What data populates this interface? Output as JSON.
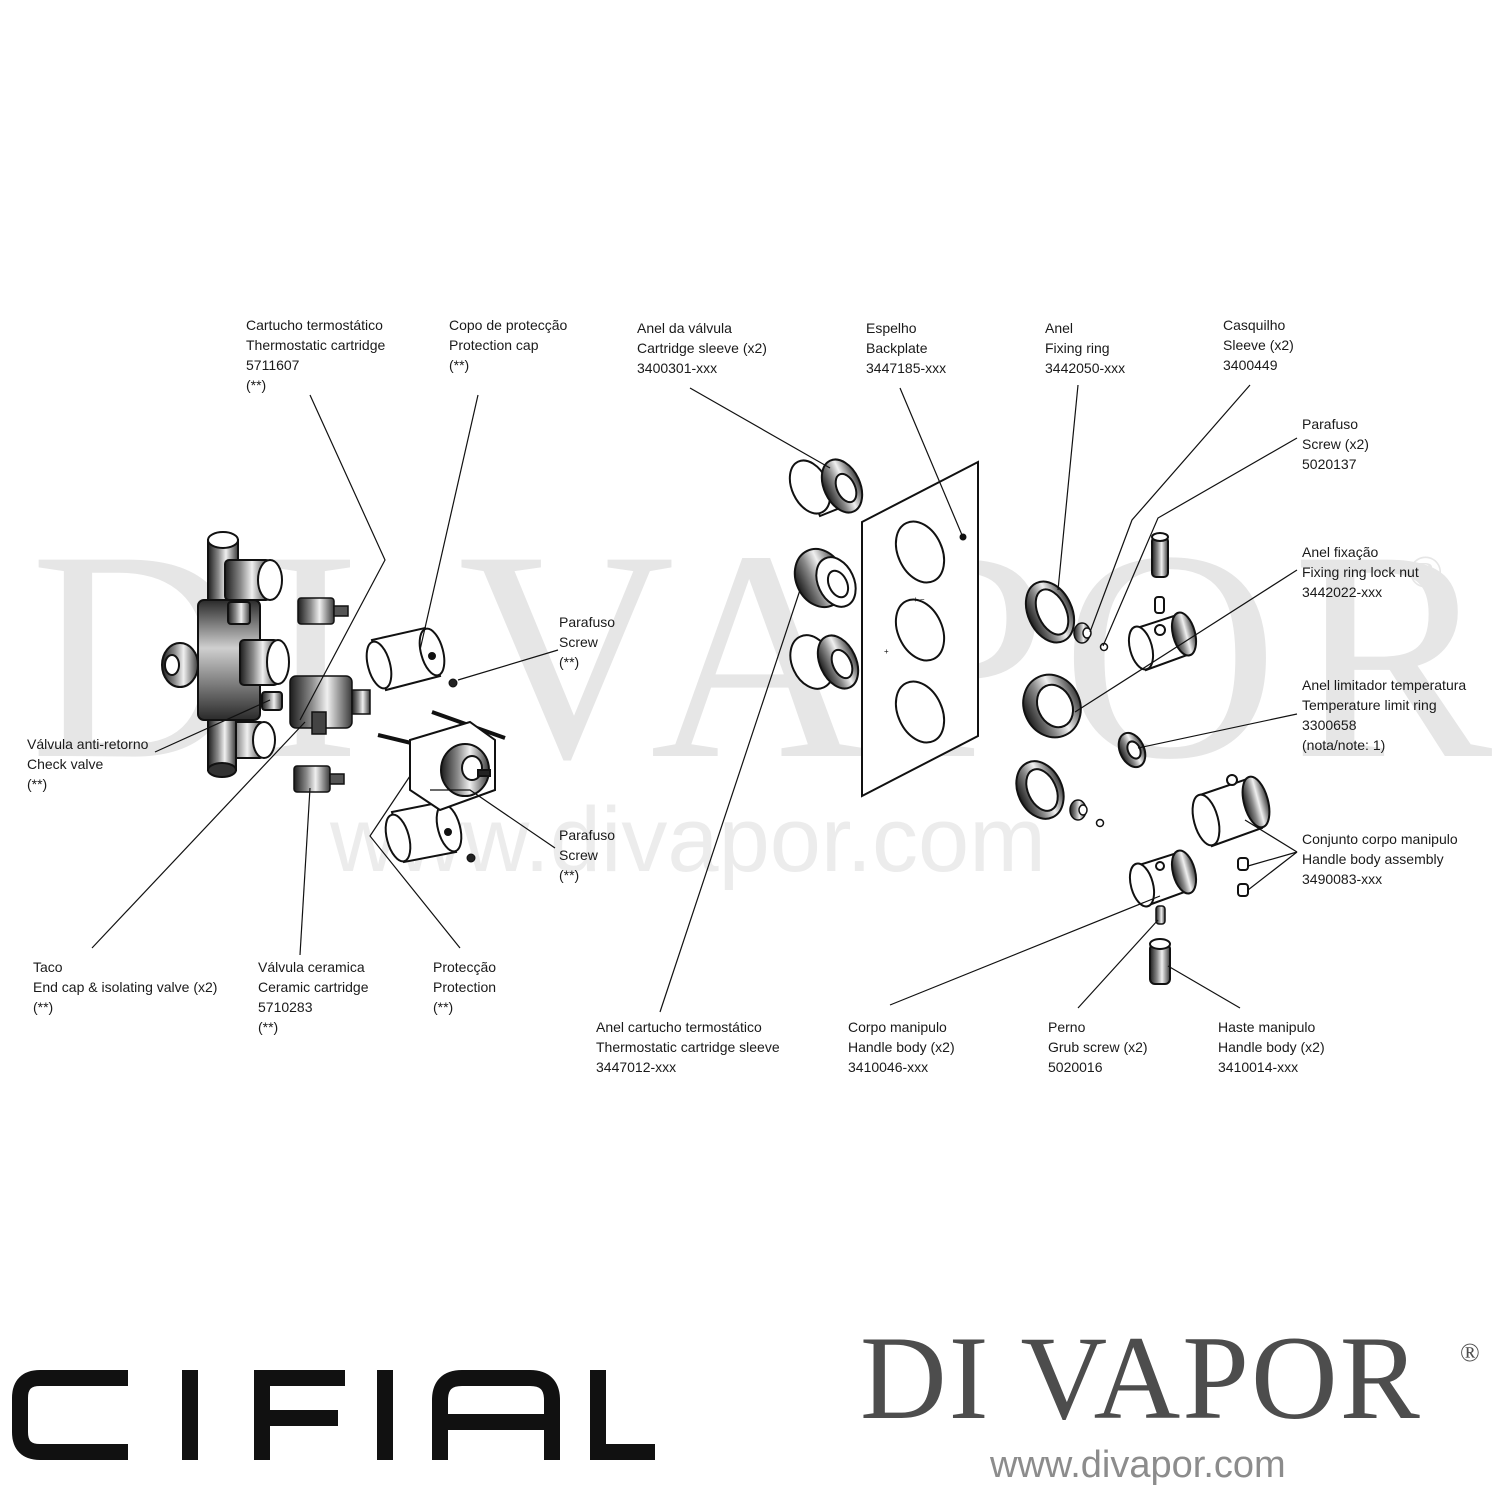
{
  "watermark": {
    "name": "DI VAPOR",
    "registered": "®",
    "url": "www.divapor.com"
  },
  "labels": {
    "cartucho_termostatico": [
      "Cartucho termostático",
      "Thermostatic cartridge",
      "5711607",
      "(**)"
    ],
    "copo_proteccao": [
      "Copo de protecção",
      "Protection cap",
      "(**)"
    ],
    "anel_valvula": [
      "Anel da válvula",
      "Cartridge sleeve (x2)",
      "3400301-xxx"
    ],
    "espelho": [
      "Espelho",
      "Backplate",
      "3447185-xxx"
    ],
    "anel_fixing": [
      "Anel",
      "Fixing ring",
      "3442050-xxx"
    ],
    "casquilho": [
      "Casquilho",
      "Sleeve (x2)",
      "3400449"
    ],
    "parafuso_x2": [
      "Parafuso",
      "Screw (x2)",
      "5020137"
    ],
    "anel_fixacao": [
      "Anel fixação",
      "Fixing ring lock nut",
      "3442022-xxx"
    ],
    "parafuso_top": [
      "Parafuso",
      "Screw",
      "(**)"
    ],
    "anel_limitador": [
      "Anel limitador temperatura",
      "Temperature limit ring",
      "3300658",
      "(nota/note: 1)"
    ],
    "valvula_anti_retorno": [
      "Válvula anti-retorno",
      "Check valve",
      "(**)"
    ],
    "parafuso_bottom": [
      "Parafuso",
      "Screw",
      "(**)"
    ],
    "conjunto_corpo": [
      "Conjunto corpo manipulo",
      "Handle body assembly",
      "3490083-xxx"
    ],
    "taco": [
      "Taco",
      "End cap & isolating valve (x2)",
      "(**)"
    ],
    "valvula_ceramica": [
      "Válvula ceramica",
      "Ceramic cartridge",
      "5710283",
      "(**)"
    ],
    "proteccao": [
      "Protecção",
      "Protection",
      "(**)"
    ],
    "anel_cartucho": [
      "Anel cartucho termostático",
      "Thermostatic cartridge sleeve",
      "3447012-xxx"
    ],
    "corpo_manipulo": [
      "Corpo manipulo",
      "Handle body (x2)",
      "3410046-xxx"
    ],
    "perno": [
      "Perno",
      "Grub screw (x2)",
      "5020016"
    ],
    "haste_manipulo": [
      "Haste manipulo",
      "Handle body (x2)",
      "3410014-xxx"
    ]
  },
  "brand": {
    "left_logo": "CIFIAL",
    "right_name": "DI VAPOR",
    "right_registered": "®",
    "right_url": "www.divapor.com"
  }
}
